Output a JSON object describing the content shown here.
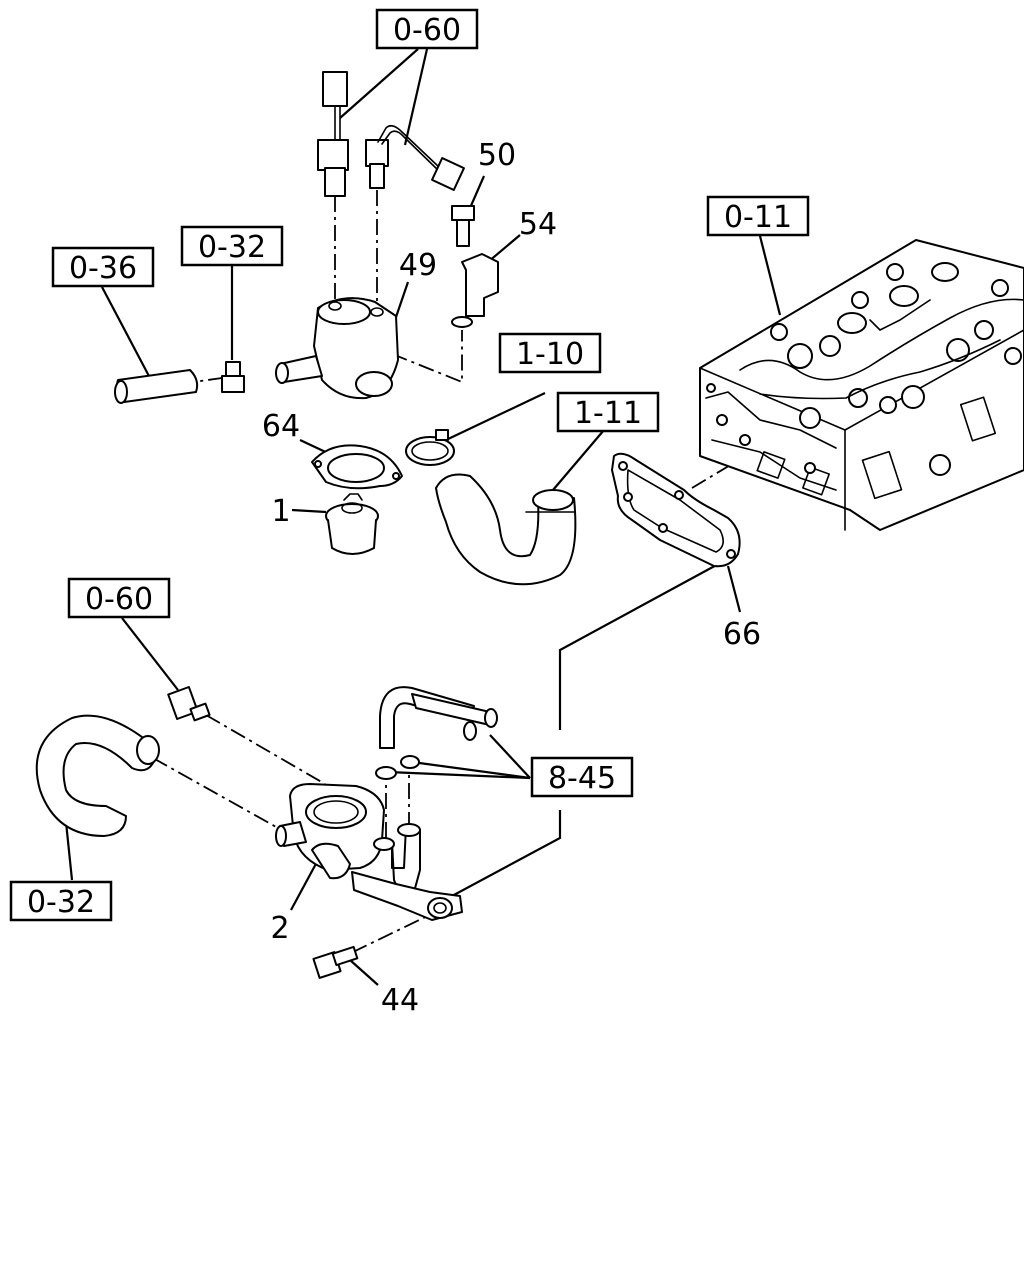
{
  "references": {
    "r060_top": "0-60",
    "r032_top": "0-32",
    "r036": "0-36",
    "r110": "1-10",
    "r111": "1-11",
    "r011": "0-11",
    "r060_bottom": "0-60",
    "r845": "8-45",
    "r032_bottom": "0-32"
  },
  "callouts": {
    "c50": "50",
    "c54": "54",
    "c49": "49",
    "c64": "64",
    "c1": "1",
    "c66": "66",
    "c2": "2",
    "c44": "44"
  }
}
